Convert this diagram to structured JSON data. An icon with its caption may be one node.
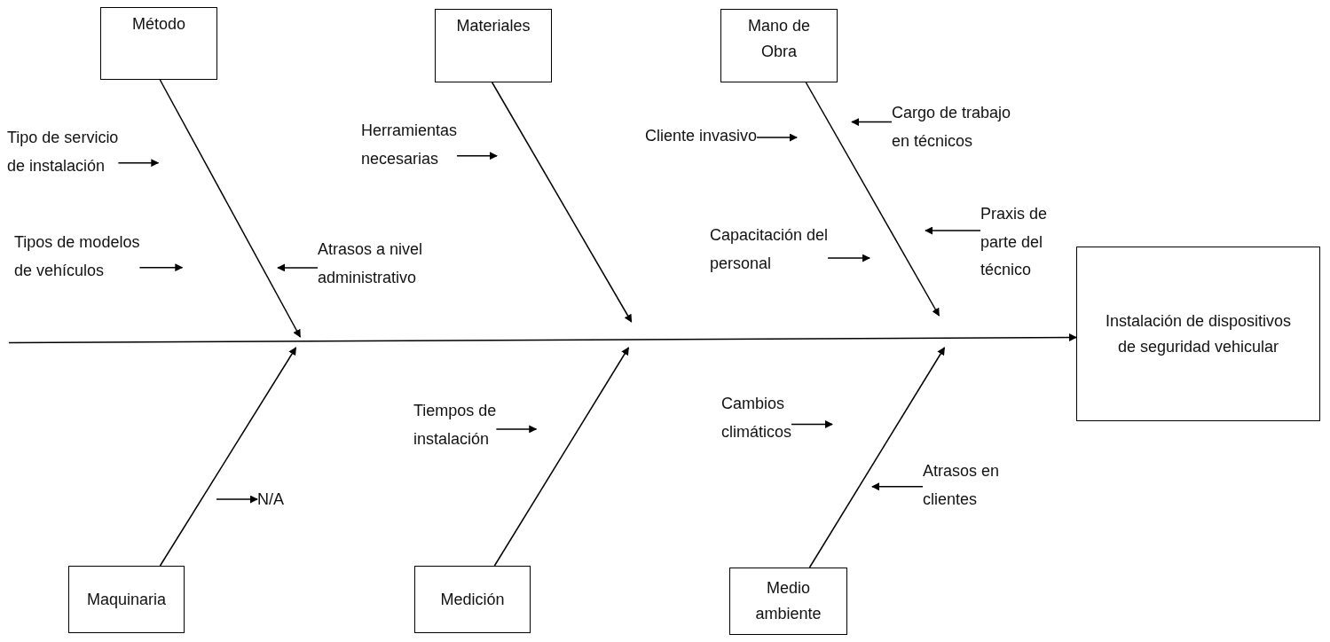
{
  "diagram": {
    "nodes": [
      {
        "text": [
          "Método"
        ]
      },
      {
        "text": [
          "Materiales"
        ]
      },
      {
        "text": [
          "Mano de Obra"
        ]
      },
      {
        "text": [
          "Instalación de dispositivos de seguridad vehicular"
        ]
      },
      {
        "text": [
          "Maquinaria"
        ]
      },
      {
        "text": [
          "Medición"
        ]
      },
      {
        "text": [
          "Medio ambiente"
        ]
      },
      {
        "text": [
          "Tipo de servicio de instalación"
        ]
      },
      {
        "text": [
          "Tipos de modelos de vehículos"
        ]
      },
      {
        "text": [
          "Atrasos a nivel administrativo"
        ]
      },
      {
        "text": [
          "Herramientas necesarias"
        ]
      },
      {
        "text": [
          "Cliente invasivo"
        ]
      },
      {
        "text": [
          "Cargo de trabajo en técnicos"
        ]
      },
      {
        "text": [
          "Capacitación del personal"
        ]
      },
      {
        "text": [
          "Praxis de parte del técnico"
        ]
      },
      {
        "text": [
          "N/A"
        ]
      },
      {
        "text": [
          "Tiempos de instalación"
        ]
      },
      {
        "text": [
          "Cambios climáticos"
        ]
      },
      {
        "text": [
          "Atrasos en clientes"
        ]
      }
    ],
    "edges": [
      {
        "from": null,
        "to": 3,
        "arrow": "to"
      },
      {
        "from": 0,
        "to": null,
        "arrow": "to"
      },
      {
        "from": 1,
        "to": null,
        "arrow": "to"
      },
      {
        "from": 2,
        "to": null,
        "arrow": "to"
      },
      {
        "from": 4,
        "to": null,
        "arrow": "to"
      },
      {
        "from": 5,
        "to": null,
        "arrow": "to"
      },
      {
        "from": 6,
        "to": null,
        "arrow": "to"
      },
      {
        "from": 7,
        "to": null,
        "arrow": "to"
      },
      {
        "from": 8,
        "to": null,
        "arrow": "to"
      },
      {
        "from": 9,
        "to": null,
        "arrow": "to"
      },
      {
        "from": 10,
        "to": null,
        "arrow": "to"
      },
      {
        "from": 11,
        "to": null,
        "arrow": "to"
      },
      {
        "from": 12,
        "to": null,
        "arrow": "to"
      },
      {
        "from": 13,
        "to": null,
        "arrow": "to"
      },
      {
        "from": 14,
        "to": null,
        "arrow": "to"
      },
      {
        "from": null,
        "to": 15,
        "arrow": "to"
      },
      {
        "from": 16,
        "to": null,
        "arrow": "to"
      },
      {
        "from": 17,
        "to": null,
        "arrow": "to"
      },
      {
        "from": 18,
        "to": null,
        "arrow": "to"
      }
    ]
  }
}
